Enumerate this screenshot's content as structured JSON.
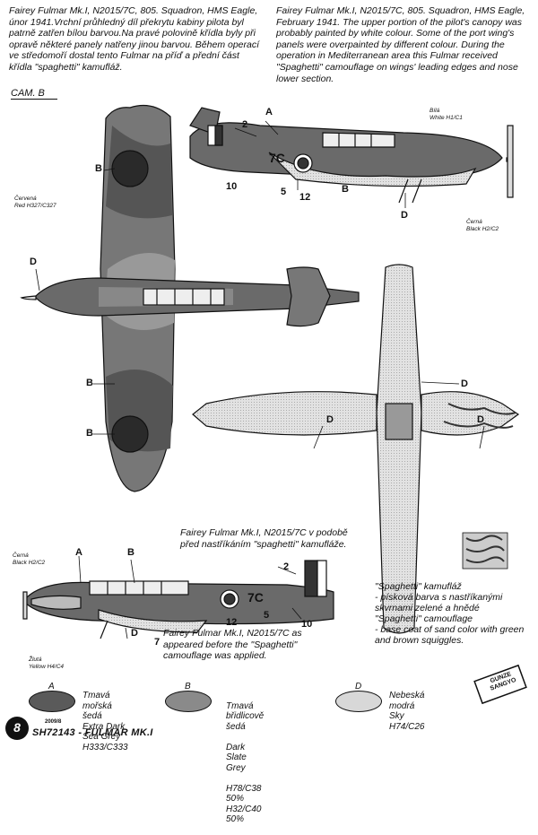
{
  "description_cz": "Fairey Fulmar Mk.I, N2015/7C, 805. Squadron, HMS Eagle, únor 1941.Vrchní průhledný díl překrytu kabiny pilota byl patrně zatřen bílou barvou.Na pravé polovině křídla byly při opravě některé panely natřeny jinou barvou. Během operací ve středomoří dostal tento Fulmar na příď a přední část křídla \"spaghetti\" kamufláž.",
  "description_en": "Fairey Fulmar Mk.I, N2015/7C, 805. Squadron, HMS Eagle, February 1941. The upper portion of the pilot's canopy was probably painted by white colour. Some of the port wing's panels were overpainted by different colour. During the operation in Mediterranean area this Fulmar received \"Spaghetti\" camouflage on wings' leading edges and nose lower section.",
  "cam_label": "CAM. B",
  "callouts": {
    "A": "A",
    "B": "B",
    "D": "D",
    "n2": "2",
    "n5": "5",
    "n7": "7",
    "n10": "10",
    "n12": "12",
    "code": "7C"
  },
  "small_labels": {
    "white": "Bílá\nWhite H1/C1",
    "black_top": "Černá\nBlack H2/C2",
    "red": "Červená\nRed H327/C327",
    "black_bottom": "Černá\nBlack H2/C2",
    "yellow": "Žlutá\nYellow H4/C4"
  },
  "caption_before": "Fairey Fulmar Mk.I, N2015/7C v podobě před nastříkáním \"spaghetti\" kamufláže.",
  "caption_appeared": "Fairey Fulmar Mk.I, N2015/7C as appeared before the \"Spaghetti\" camouflage was applied.",
  "spaghetti_note": "\"Spaghetti\" kamufláž\n- písková barva s nastříkanými skvrnami zelené a hnědé\n\"Spaghetti\" camouflage\n- base coat of sand color with green and brown squiggles.",
  "legend": [
    {
      "letter": "A",
      "cz": "Tmavá mořská šedá",
      "en": "Extra Dark Sea Grey",
      "codes": "H333/C333",
      "color": "#5a5a5a"
    },
    {
      "letter": "B",
      "cz": "Tmavá břidlicově šedá",
      "en": "Dark Slate Grey",
      "codes": "H78/C38 50%\nH32/C40 50%",
      "color": "#8a8a8a"
    },
    {
      "letter": "D",
      "cz": "Nebeská modrá",
      "en": "Sky",
      "codes": "H74/C26",
      "color": "#d8d8d8"
    }
  ],
  "brand": "GUNZE SANGYO",
  "page_number": "8",
  "year": "2009/8",
  "footer_title": "SH72143 - FULMAR MK.I"
}
